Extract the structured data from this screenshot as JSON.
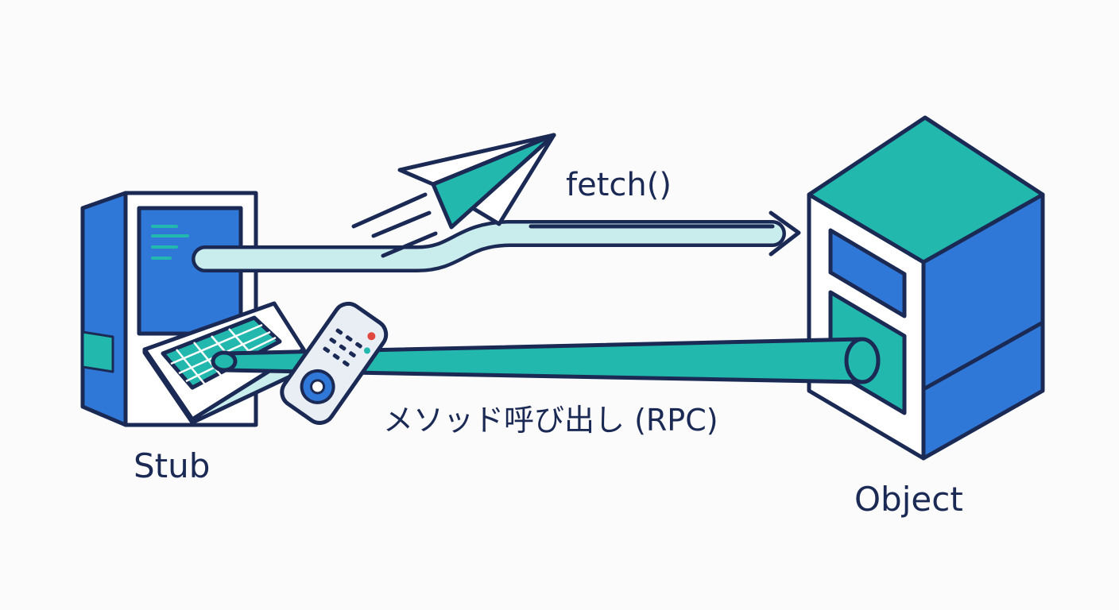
{
  "labels": {
    "fetch": "fetch()",
    "rpc": "メソッド呼び出し (RPC)",
    "stub": "Stub",
    "object": "Object"
  },
  "icons": {
    "client": "computer-terminal-icon",
    "server": "server-cube-icon",
    "message": "paper-plane-icon",
    "remote": "remote-control-icon"
  },
  "colors": {
    "outline": "#1b2a55",
    "blue": "#2f78d8",
    "teal": "#23b8ad",
    "light_teal": "#c9eced",
    "white": "#ffffff",
    "background": "#fbfbfb",
    "red_button": "#e0473f"
  }
}
